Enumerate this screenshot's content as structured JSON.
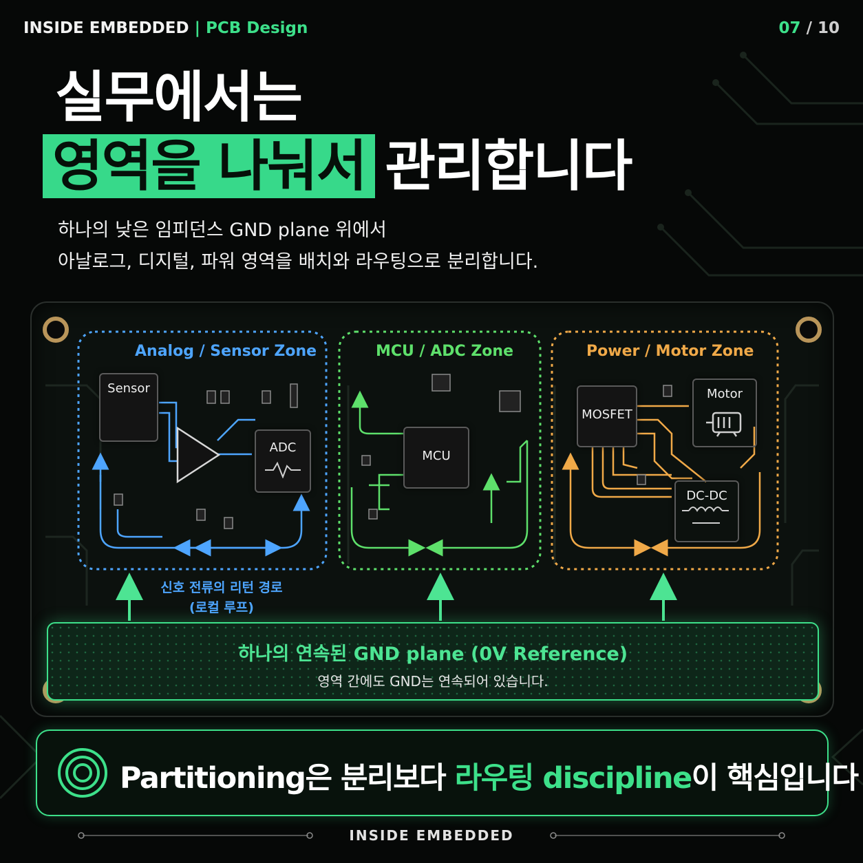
{
  "header": {
    "brand": "INSIDE EMBEDDED",
    "separator": "|",
    "category": "PCB Design",
    "page_current": "07",
    "page_separator": "/",
    "page_total": "10"
  },
  "title": {
    "line1": "실무에서는",
    "line2_highlight": "영역을 나눠서",
    "line2_rest": "관리합니다"
  },
  "subtitle": {
    "line1": "하나의 낮은 임피던스 GND plane 위에서",
    "line2": "아날로그, 디지털, 파워 영역을 배치와 라우팅으로 분리합니다."
  },
  "diagram": {
    "zones": [
      {
        "label": "Analog / Sensor Zone",
        "color": "#4ea5ff"
      },
      {
        "label": "MCU / ADC Zone",
        "color": "#5ee06b"
      },
      {
        "label": "Power / Motor Zone",
        "color": "#f0a948"
      }
    ],
    "components": {
      "sensor": "Sensor",
      "adc": "ADC",
      "mcu": "MCU",
      "mosfet": "MOSFET",
      "motor": "Motor",
      "dcdc": "DC-DC"
    },
    "return_path": {
      "line1": "신호 전류의 리턴 경로",
      "line2": "(로컬 루프)"
    },
    "gnd_plane": {
      "title": "하나의 연속된 GND plane (0V Reference)",
      "subtitle": "영역 간에도 GND는 연속되어 있습니다."
    }
  },
  "callout": {
    "part1": "Partitioning은 분리보다 ",
    "highlight1": "라우팅 discipline",
    "part2": "이 핵심입니다"
  },
  "footer": {
    "brand": "INSIDE EMBEDDED"
  },
  "colors": {
    "accent": "#3de08a",
    "analog": "#4ea5ff",
    "digital": "#5ee06b",
    "power": "#f0a948",
    "background": "#060807"
  }
}
